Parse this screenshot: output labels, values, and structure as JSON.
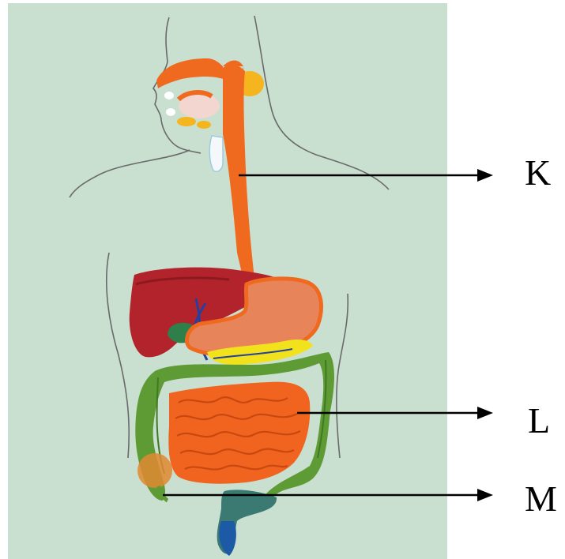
{
  "labels": {
    "k": "K",
    "l": "L",
    "m": "M"
  },
  "colors": {
    "background_panel": "#c9dfd0",
    "outline": "#6a6a6a",
    "esophagus": "#ef6a1f",
    "liver": "#b3232b",
    "stomach": "#e8845a",
    "large_intestine": "#5e9b35",
    "small_intestine": "#f0641f",
    "pancreas": "#f2e21c",
    "gallbladder": "#2f7f4a",
    "salivary_gland": "#f4b51f",
    "bile_duct": "#27409a",
    "rectum": "#1d5aa6",
    "arrow": "#000000"
  },
  "icons": {
    "arrow": "right-pointing-arrow",
    "body": "human-torso-silhouette"
  }
}
